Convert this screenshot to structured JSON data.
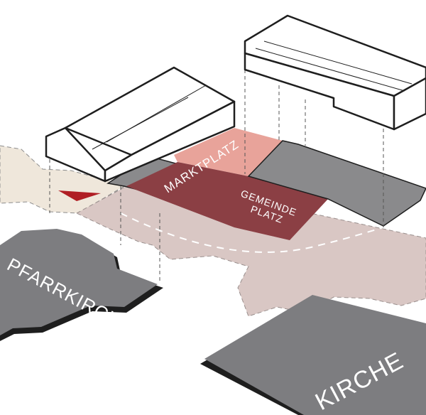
{
  "labels": {
    "marktplatz": "MARKTPLATZ",
    "gemeinde_line1": "GEMEINDE",
    "gemeinde_line2": "PLATZ",
    "pfarrkirche": "PFARRKIRCHE",
    "kirche": "KIRCHE"
  },
  "colors": {
    "marktplatz": "#e8a39a",
    "gemeindeplatz": "#8b3f44",
    "plaza": "#d9c7c4",
    "street": "#efe7db",
    "church": "#7d7d80",
    "gray_lot": "#8a8a8c",
    "accent_red": "#b01e24",
    "outline": "#1e1e1e"
  }
}
